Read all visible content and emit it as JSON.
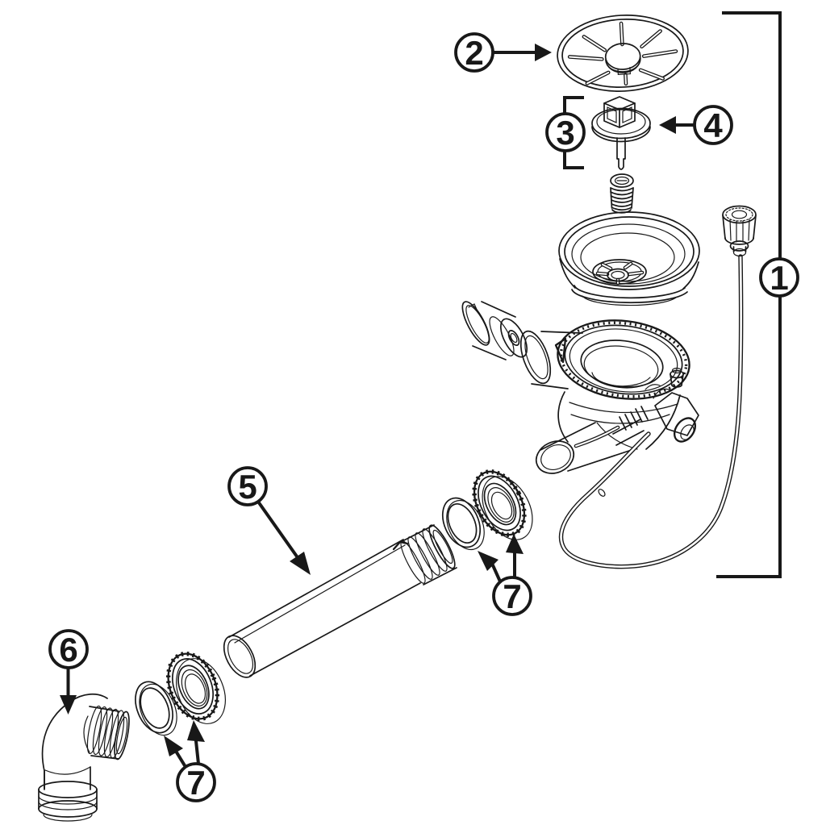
{
  "figure": {
    "type": "exploded-parts-diagram",
    "background": "#ffffff",
    "line_color": "#181818",
    "callouts": [
      {
        "id": "callout-1",
        "label": "1",
        "pointer": "bracket"
      },
      {
        "id": "callout-2",
        "label": "2",
        "pointer": "arrow"
      },
      {
        "id": "callout-3",
        "label": "3",
        "pointer": "bracket"
      },
      {
        "id": "callout-4",
        "label": "4",
        "pointer": "arrow"
      },
      {
        "id": "callout-5",
        "label": "5",
        "pointer": "arrow"
      },
      {
        "id": "callout-6",
        "label": "6",
        "pointer": "arrow"
      },
      {
        "id": "callout-7a",
        "label": "7",
        "pointer": "double-arrow"
      },
      {
        "id": "callout-7b",
        "label": "7",
        "pointer": "double-arrow"
      }
    ]
  }
}
